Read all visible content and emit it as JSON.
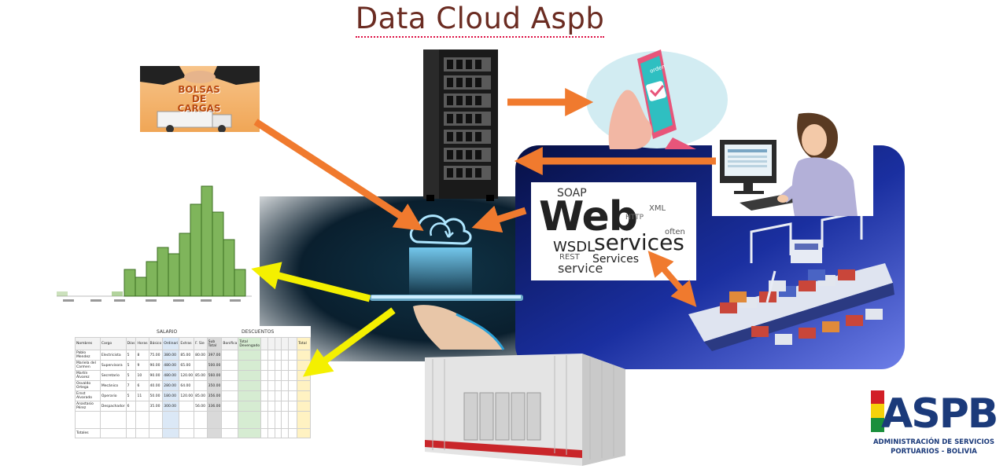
{
  "title": "Data Cloud Aspb",
  "bolsas_card": {
    "line1": "BOLSAS",
    "line2": "DE",
    "line3": "CARGAS"
  },
  "web_services": {
    "main_word": "Web",
    "second_word": "services",
    "words": [
      "SOAP",
      "WSDL",
      "REST",
      "Services",
      "service",
      "XML",
      "often",
      "HTTP"
    ]
  },
  "phone_label": "orden",
  "logo": {
    "mark": "ASPB",
    "line1": "ADMINISTRACIÓN DE SERVICIOS",
    "line2": "PORTUARIOS - BOLIVIA",
    "colors": {
      "blue": "#1b3a7a",
      "red": "#d21f26",
      "yellow": "#f5d20a",
      "green": "#1a8f3c"
    }
  },
  "arrow_colors": {
    "orange": "#f07a2e",
    "yellow": "#f4f000"
  },
  "spreadsheet": {
    "group_header_salario": "SALARIO",
    "group_header_descuentos": "DESCUENTOS",
    "columns": [
      "Nombres",
      "Cargo",
      "Días",
      "Horas",
      "Básico",
      "Ordinari",
      "Extras",
      "F. Sie",
      "Sub Total",
      "Bonifica",
      "Total Devengado",
      "",
      "",
      "",
      "",
      "",
      "Total"
    ],
    "rows": [
      [
        "Pablo Mendez",
        "Electricista",
        "5",
        "8",
        "75.00",
        "380.00",
        "85.00",
        "80.00",
        "397.00"
      ],
      [
        "Mariela del Carmen",
        "Supervisora",
        "5",
        "9",
        "90.00",
        "480.00",
        "65.00",
        "",
        "500.00"
      ],
      [
        "Martín Álvarez",
        "Secretario",
        "5",
        "10",
        "90.00",
        "480.00",
        "120.00",
        "85.00",
        "560.00"
      ],
      [
        "Osvaldo Ortega",
        "Mecánico",
        "7",
        "6",
        "40.00",
        "280.00",
        "64.00",
        "",
        "350.00"
      ],
      [
        "Ernst Alvarado",
        "Operario",
        "5",
        "11",
        "50.00",
        "180.00",
        "120.00",
        "85.00",
        "356.00"
      ],
      [
        "Anastasio Pérez",
        "Despachador",
        "6",
        "",
        "35.00",
        "300.00",
        "",
        "56.00",
        "336.00"
      ]
    ],
    "total_label": "Totales"
  }
}
